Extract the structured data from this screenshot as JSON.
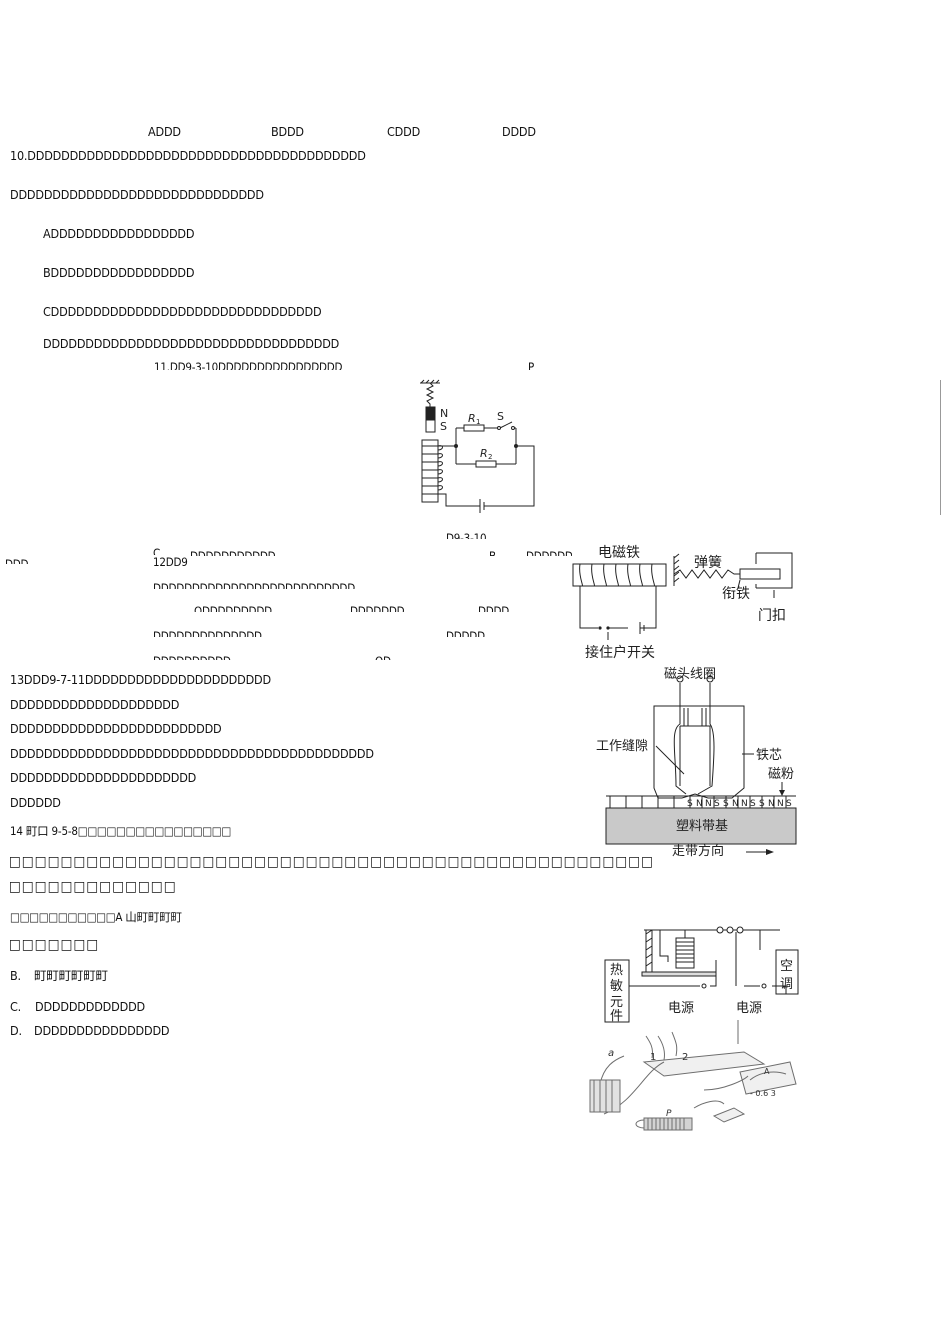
{
  "options_row": {
    "a": "ADDD",
    "b": "BDDD",
    "c": "CDDD",
    "d": "DDDD"
  },
  "q10": {
    "stem": "10.DDDDDDDDDDDDDDDDDDDDDDDDDDDDDDDDDDDDDDDD",
    "line2": "DDDDDDDDDDDDDDDDDDDDDDDDDDDDDD",
    "opt_a": "ADDDDDDDDDDDDDDDDD",
    "opt_b": "BDDDDDDDDDDDDDDDDD",
    "opt_c": "CDDDDDDDDDDDDDDDDDDDDDDDDDDDDDDDD",
    "opt_d": "DDDDDDDDDDDDDDDDDDDDDDDDDDDDDDDDDDD"
  },
  "q11": {
    "stem": "11.DD9-3-10DDDDDDDDDDDDDDDD",
    "edge_mark": "P",
    "figure_caption": "D9-3-10",
    "figure_labels": {
      "n": "N",
      "s": "S",
      "r1": "R",
      "r1_sub": "1",
      "switch": "S",
      "r2": "R",
      "r2_sub": "2"
    }
  },
  "q12": {
    "left_mark": "DDD",
    "col_mark": "C",
    "num": "12DD9",
    "frag1": "DDDDDDDDDDD",
    "b_mark": "B",
    "frag2": "DDDDDD",
    "line2": "DDDDDDDDDDDDDDDDDDDDDDDDDD",
    "line3_a": "ODDDDDDDDD",
    "line3_b": "DDDDDDD",
    "line3_c": "DDDD",
    "line4_a": "DDDDDDDDDDDDDD",
    "line4_b": "DDDDD",
    "line5_a": "DDDDDDDDDD",
    "line5_b": "OD"
  },
  "q13": {
    "stem": "13DDD9-7-11DDDDDDDDDDDDDDDDDDDDDD",
    "l2": "DDDDDDDDDDDDDDDDDDDD",
    "l3": "DDDDDDDDDDDDDDDDDDDDDDDDD",
    "l4": "DDDDDDDDDDDDDDDDDDDDDDDDDDDDDDDDDDDDDDDDDDD",
    "l5": "DDDDDDDDDDDDDDDDDDDDDD",
    "l6": "DDDDDD"
  },
  "q14": {
    "stem": "14 町口 9-5-8□□□□□□□□□□□□□□□□",
    "body1": "□□□□□□□□□□□□□□□□□□□□□□□□□□□□□□□□□□□□□□□□□□□□□□□□□□",
    "body2": "□□□□□□□□□□□□□",
    "opt_a": "□□□□□□□□□□□A 山町町町町",
    "opt_a2": "□□□□□□□",
    "opt_b_letter": "B.",
    "opt_b": "町町町町町町",
    "opt_c_letter": "C.",
    "opt_c": "DDDDDDDDDDDDD",
    "opt_d_letter": "D.",
    "opt_d": "DDDDDDDDDDDDDDDD"
  },
  "fig_lock": {
    "electromagnet": "电磁铁",
    "spring": "弹簧",
    "armature": "衔铁",
    "latch": "门扣",
    "switch": "接住户开关"
  },
  "fig_head": {
    "coil": "磁头线圈",
    "gap": "工作缝隙",
    "core": "铁芯",
    "powder": "磁粉",
    "base": "塑料带基",
    "direction": "走带方向",
    "poles": [
      "S",
      "N",
      "N",
      "S",
      "S",
      "N",
      "N",
      "S",
      "S",
      "N",
      "N",
      "S",
      "S"
    ]
  },
  "fig_relay": {
    "thermistor": [
      "热",
      "敏",
      "元",
      "件"
    ],
    "power1": "电源",
    "power2": "电源",
    "ac": [
      "空",
      "调"
    ]
  },
  "fig_bench": {
    "a": "a",
    "l1": "1",
    "l2": "2",
    "p": "P",
    "meter_a": "A",
    "scale": "- 0.6 3"
  }
}
